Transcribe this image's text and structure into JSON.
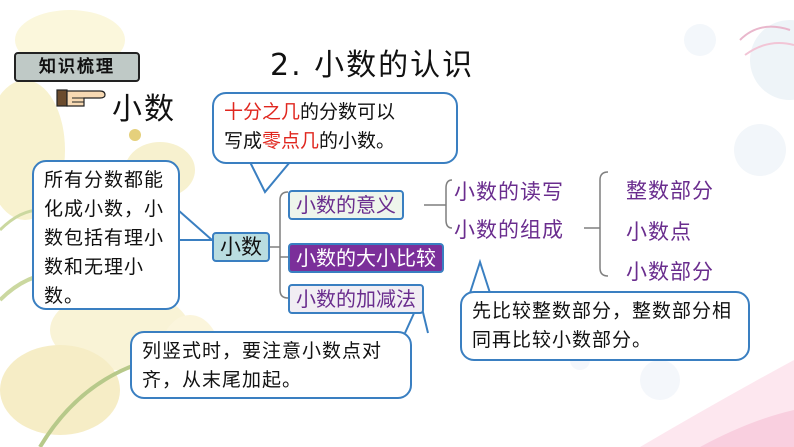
{
  "tag_label": "知识梳理",
  "title": "2.  小数的认识",
  "subtitle": "小数",
  "callouts": {
    "top": {
      "part1": "十分之几",
      "part2": "的分数可以",
      "part3": "写成",
      "part4": "零点几",
      "part5": "的小数。"
    },
    "left": "所有分数都能化成小数，小数包括有理小数和无理小数。",
    "right": "先比较整数部分，整数部分相同再比较小数部分。",
    "bottom": "列竖式时，要注意小数点对齐，从末尾加起。"
  },
  "tree": {
    "root": "小数",
    "branches": [
      "小数的意义",
      "小数的大小比较",
      "小数的加减法"
    ],
    "meaning_children": [
      "小数的读写",
      "小数的组成"
    ],
    "composition_parts": [
      "整数部分",
      "小数点",
      "小数部分"
    ]
  },
  "colors": {
    "accent_blue": "#3a7fc1",
    "highlight_red": "#e0261e",
    "text_purple": "#6a2d8e",
    "selected_fill": "#7b2f9a"
  }
}
